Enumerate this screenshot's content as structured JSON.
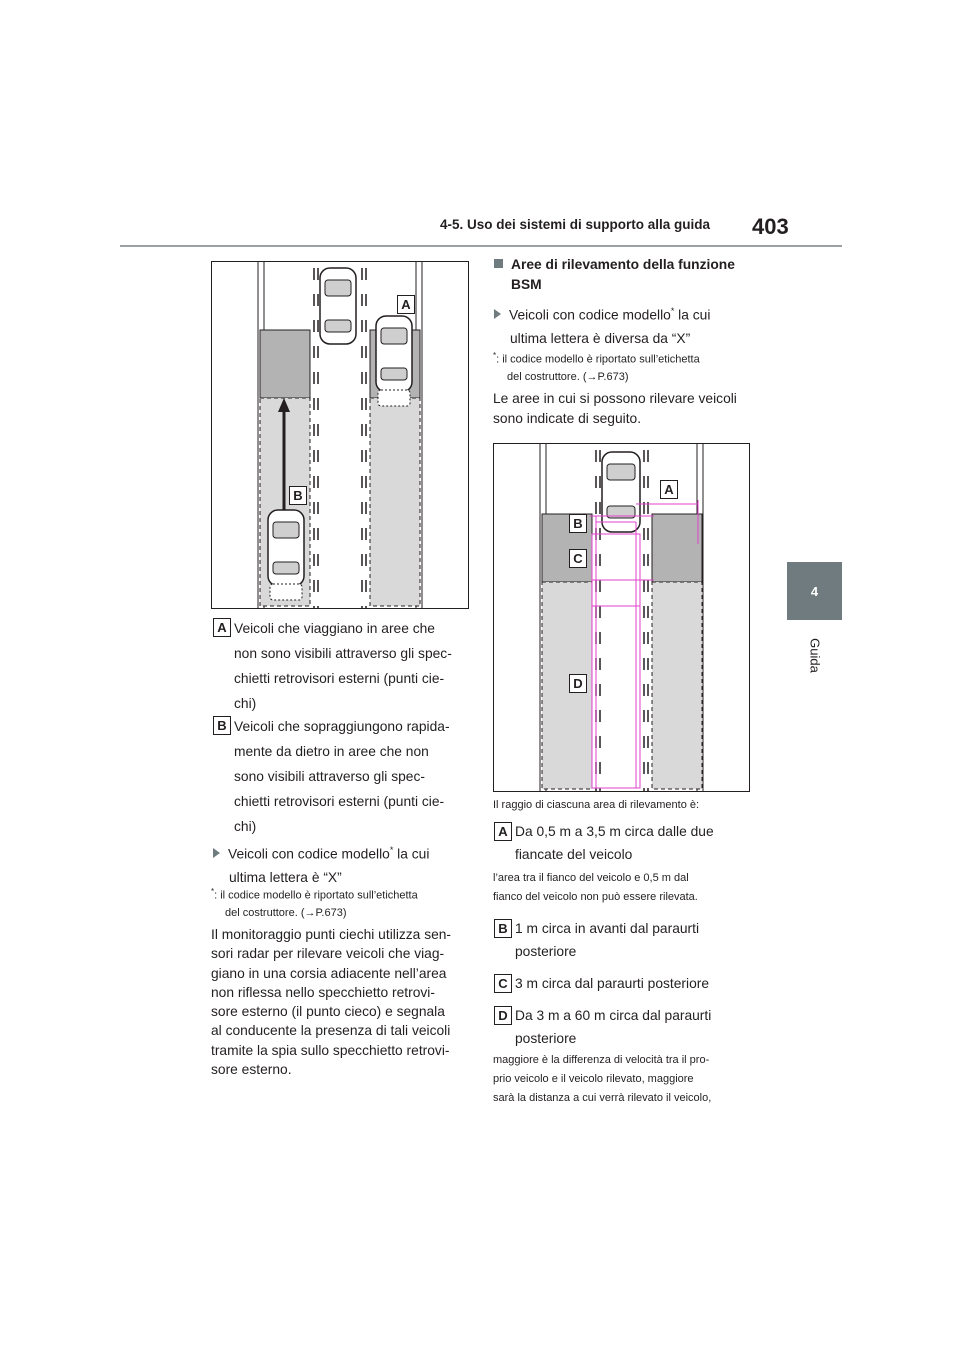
{
  "header": {
    "section_title": "4-5. Uso dei sistemi di supporto alla guida",
    "page_number": "403"
  },
  "side_tab": {
    "number": "4",
    "label": "Guida"
  },
  "left_column": {
    "figure1_labels": {
      "a": "A",
      "b": "B"
    },
    "item_a": {
      "label": "A",
      "lines": [
        "Veicoli che viaggiano in aree che",
        "non sono visibili attraverso gli spec-",
        "chietti retrovisori esterni (punti cie-",
        "chi)"
      ]
    },
    "item_b": {
      "label": "B",
      "lines": [
        "Veicoli che sopraggiungono rapida-",
        "mente da dietro in aree che non",
        "sono visibili attraverso gli spec-",
        "chietti retrovisori esterni (punti cie-",
        "chi)"
      ]
    },
    "bullet1": {
      "text_a": "Veicoli con codice modello",
      "star": "*",
      "text_b": " la cui",
      "line2": "ultima lettera è “X”"
    },
    "footnote1": {
      "mark": "*",
      "line1": ":  il codice modello è riportato sull’etichetta",
      "line2": "del costruttore. (",
      "arrow": "→",
      "ref": "P.673)"
    },
    "paragraph": [
      "Il monitoraggio punti ciechi utilizza sen-",
      "sori radar per rilevare veicoli che viag-",
      "giano in una corsia adiacente nell’area",
      "non riflessa nello specchietto retrovi-",
      "sore esterno (il punto cieco) e segnala",
      "al conducente la presenza di tali veicoli",
      "tramite la spia sullo specchietto retrovi-",
      "sore esterno."
    ]
  },
  "right_column": {
    "heading": {
      "line1": "Aree di rilevamento della funzione",
      "line2": "BSM"
    },
    "bullet2": {
      "text_a": "Veicoli con codice modello",
      "star": "*",
      "text_b": " la cui",
      "line2": "ultima lettera è diversa da “X”"
    },
    "footnote2": {
      "mark": "*",
      "line1": ":  il codice modello è riportato sull’etichetta",
      "line2": "del costruttore. (",
      "arrow": "→",
      "ref": "P.673)"
    },
    "intro": [
      "Le aree in cui si possono rilevare veicoli",
      "sono indicate di seguito."
    ],
    "figure2_labels": {
      "a": "A",
      "b": "B",
      "c": "C",
      "d": "D"
    },
    "range_caption": "Il raggio di ciascuna area di rilevamento è:",
    "item_a": {
      "label": "A",
      "lines": [
        "Da 0,5 m a 3,5 m circa dalle due",
        "fiancate del veicolo"
      ]
    },
    "note_a": [
      "l’area tra il fianco del veicolo e 0,5 m dal",
      "fianco del veicolo non può essere rilevata."
    ],
    "item_b": {
      "label": "B",
      "lines": [
        "1 m circa in avanti dal paraurti",
        "posteriore"
      ]
    },
    "item_c": {
      "label": "C",
      "lines": [
        "3 m circa dal paraurti posteriore"
      ]
    },
    "item_d": {
      "label": "D",
      "lines": [
        "Da 3 m a 60 m circa dal paraurti",
        "posteriore"
      ]
    },
    "note_d": [
      "maggiore è la differenza di velocità tra il pro-",
      "prio veicolo e il veicolo rilevato, maggiore",
      "sarà la distanza a cui verrà rilevato il veicolo,"
    ]
  },
  "colors": {
    "blind_spot_dark": "#b3b3b3",
    "blind_spot_light": "#d9d9d9",
    "detection_line": "#e040c8",
    "tab": "#6f7b7e"
  }
}
